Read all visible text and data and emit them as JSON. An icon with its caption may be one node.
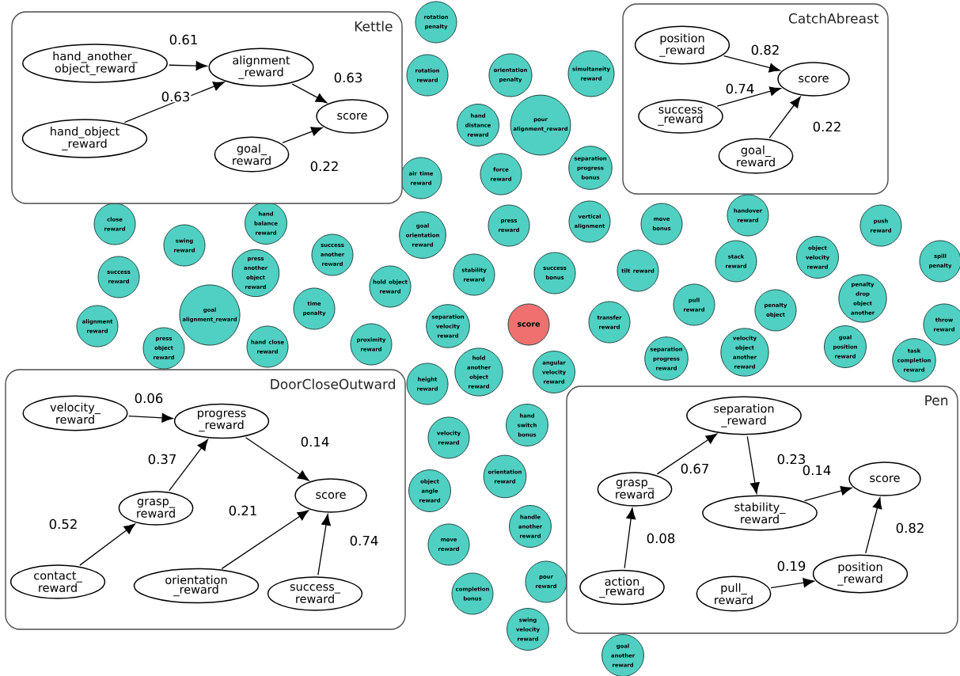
{
  "diagram": {
    "nodes": [
      {
        "text": [
          "Kettle"
        ]
      },
      {
        "text": [
          "hand_another_ object_reward"
        ],
        "in": 0
      },
      {
        "text": [
          "alignment _reward"
        ],
        "in": 0
      },
      {
        "text": [
          "hand_object _reward"
        ],
        "in": 0
      },
      {
        "text": [
          "score"
        ],
        "in": 0
      },
      {
        "text": [
          "goal_ reward"
        ],
        "in": 0
      },
      {
        "text": [
          "CatchAbreast"
        ]
      },
      {
        "text": [
          "position _reward"
        ],
        "in": 6
      },
      {
        "text": [
          "score"
        ],
        "in": 6
      },
      {
        "text": [
          "success _reward"
        ],
        "in": 6
      },
      {
        "text": [
          "goal_ reward"
        ],
        "in": 6
      },
      {
        "text": [
          "DoorCloseOutward"
        ]
      },
      {
        "text": [
          "velocity_ reward"
        ],
        "in": 11
      },
      {
        "text": [
          "progress _reward"
        ],
        "in": 11
      },
      {
        "text": [
          "grasp_ reward"
        ],
        "in": 11
      },
      {
        "text": [
          "score"
        ],
        "in": 11
      },
      {
        "text": [
          "contact_ reward"
        ],
        "in": 11
      },
      {
        "text": [
          "orientation _reward"
        ],
        "in": 11
      },
      {
        "text": [
          "success_ reward"
        ],
        "in": 11
      },
      {
        "text": [
          "Pen"
        ]
      },
      {
        "text": [
          "separation _reward"
        ],
        "in": 19
      },
      {
        "text": [
          "score"
        ],
        "in": 19
      },
      {
        "text": [
          "grasp_ reward"
        ],
        "in": 19
      },
      {
        "text": [
          "stability_ reward"
        ],
        "in": 19
      },
      {
        "text": [
          "action _reward"
        ],
        "in": 19
      },
      {
        "text": [
          "pull_ reward"
        ],
        "in": 19
      },
      {
        "text": [
          "position _reward"
        ],
        "in": 19
      },
      {
        "text": [
          "rotation penalty"
        ]
      },
      {
        "text": [
          "rotation reward"
        ]
      },
      {
        "text": [
          "orientation penalty"
        ]
      },
      {
        "text": [
          "simultaneity reward"
        ]
      },
      {
        "text": [
          "hand distance reward"
        ]
      },
      {
        "text": [
          "pour alignment_reward"
        ]
      },
      {
        "text": [
          "air time reward"
        ]
      },
      {
        "text": [
          "force reward"
        ]
      },
      {
        "text": [
          "separation progress bonus"
        ]
      },
      {
        "text": [
          "handover reward"
        ]
      },
      {
        "text": [
          "close reward"
        ]
      },
      {
        "text": [
          "hand balance reward"
        ]
      },
      {
        "text": [
          "press reward"
        ]
      },
      {
        "text": [
          "vertical alignment"
        ]
      },
      {
        "text": [
          "move bonus"
        ]
      },
      {
        "text": [
          "push reward"
        ]
      },
      {
        "text": [
          "goal orientation reward"
        ]
      },
      {
        "text": [
          "swing reward"
        ]
      },
      {
        "text": [
          "success another reward"
        ]
      },
      {
        "text": [
          "object velocity reward"
        ]
      },
      {
        "text": [
          "spill penalty"
        ]
      },
      {
        "text": [
          "stack reward"
        ]
      },
      {
        "text": [
          "press another object reward"
        ]
      },
      {
        "text": [
          "success reward"
        ]
      },
      {
        "text": [
          "tilt reward"
        ]
      },
      {
        "text": [
          "success bonus"
        ]
      },
      {
        "text": [
          "stability reward"
        ]
      },
      {
        "text": [
          "hold object reward"
        ]
      },
      {
        "text": [
          "penalty drop object another"
        ]
      },
      {
        "text": [
          "pull reward"
        ]
      },
      {
        "text": [
          "time penalty"
        ]
      },
      {
        "text": [
          "penalty object"
        ]
      },
      {
        "text": [
          "goal alignment_reward"
        ]
      },
      {
        "text": [
          "transfer reward"
        ]
      },
      {
        "text": [
          "separation velocity reward"
        ]
      },
      {
        "text": [
          "score"
        ]
      },
      {
        "text": [
          "alignment reward"
        ]
      },
      {
        "text": [
          "throw reward"
        ]
      },
      {
        "text": [
          "proximity reward"
        ]
      },
      {
        "text": [
          "hand close reward"
        ]
      },
      {
        "text": [
          "goal position reward"
        ]
      },
      {
        "text": [
          "press object reward"
        ]
      },
      {
        "text": [
          "velocity object another reward"
        ]
      },
      {
        "text": [
          "separation progress reward"
        ]
      },
      {
        "text": [
          "task completion reward"
        ]
      },
      {
        "text": [
          "hold another object reward"
        ]
      },
      {
        "text": [
          "angular velocity reward"
        ]
      },
      {
        "text": [
          "height reward"
        ]
      },
      {
        "text": [
          "hand switch bonus"
        ]
      },
      {
        "text": [
          "velocity reward"
        ]
      },
      {
        "text": [
          "orientation reward"
        ]
      },
      {
        "text": [
          "object angle reward"
        ]
      },
      {
        "text": [
          "handle another reward"
        ]
      },
      {
        "text": [
          "move reward"
        ]
      },
      {
        "text": [
          "pour reward"
        ]
      },
      {
        "text": [
          "completion bonus"
        ]
      },
      {
        "text": [
          "swing velocity reward"
        ]
      },
      {
        "text": [
          "goal another reward"
        ]
      }
    ],
    "edges": [
      {
        "from": 1,
        "to": 2,
        "arrow": "to",
        "label": "0.61"
      },
      {
        "from": 3,
        "to": 2,
        "arrow": "to",
        "label": "0.63"
      },
      {
        "from": 2,
        "to": 4,
        "arrow": "to",
        "label": "0.63"
      },
      {
        "from": 5,
        "to": 4,
        "arrow": "to",
        "label": "0.22"
      },
      {
        "from": 7,
        "to": 8,
        "arrow": "to",
        "label": "0.82"
      },
      {
        "from": 9,
        "to": 8,
        "arrow": "to",
        "label": "0.74"
      },
      {
        "from": 10,
        "to": 8,
        "arrow": "to",
        "label": "0.22"
      },
      {
        "from": 12,
        "to": 13,
        "arrow": "to",
        "label": "0.06"
      },
      {
        "from": 14,
        "to": 13,
        "arrow": "to",
        "label": "0.37"
      },
      {
        "from": 13,
        "to": 15,
        "arrow": "to",
        "label": "0.14"
      },
      {
        "from": 16,
        "to": 14,
        "arrow": "to",
        "label": "0.52"
      },
      {
        "from": 17,
        "to": 15,
        "arrow": "to",
        "label": "0.21"
      },
      {
        "from": 18,
        "to": 15,
        "arrow": "to",
        "label": "0.74"
      },
      {
        "from": 22,
        "to": 20,
        "arrow": "to",
        "label": "0.67"
      },
      {
        "from": 20,
        "to": 23,
        "arrow": "to",
        "label": "0.23"
      },
      {
        "from": 23,
        "to": 21,
        "arrow": "to",
        "label": "0.14"
      },
      {
        "from": 24,
        "to": 22,
        "arrow": "to",
        "label": "0.08"
      },
      {
        "from": 25,
        "to": 26,
        "arrow": "to",
        "label": "0.19"
      },
      {
        "from": 26,
        "to": 21,
        "arrow": "to",
        "label": "0.82"
      }
    ]
  }
}
